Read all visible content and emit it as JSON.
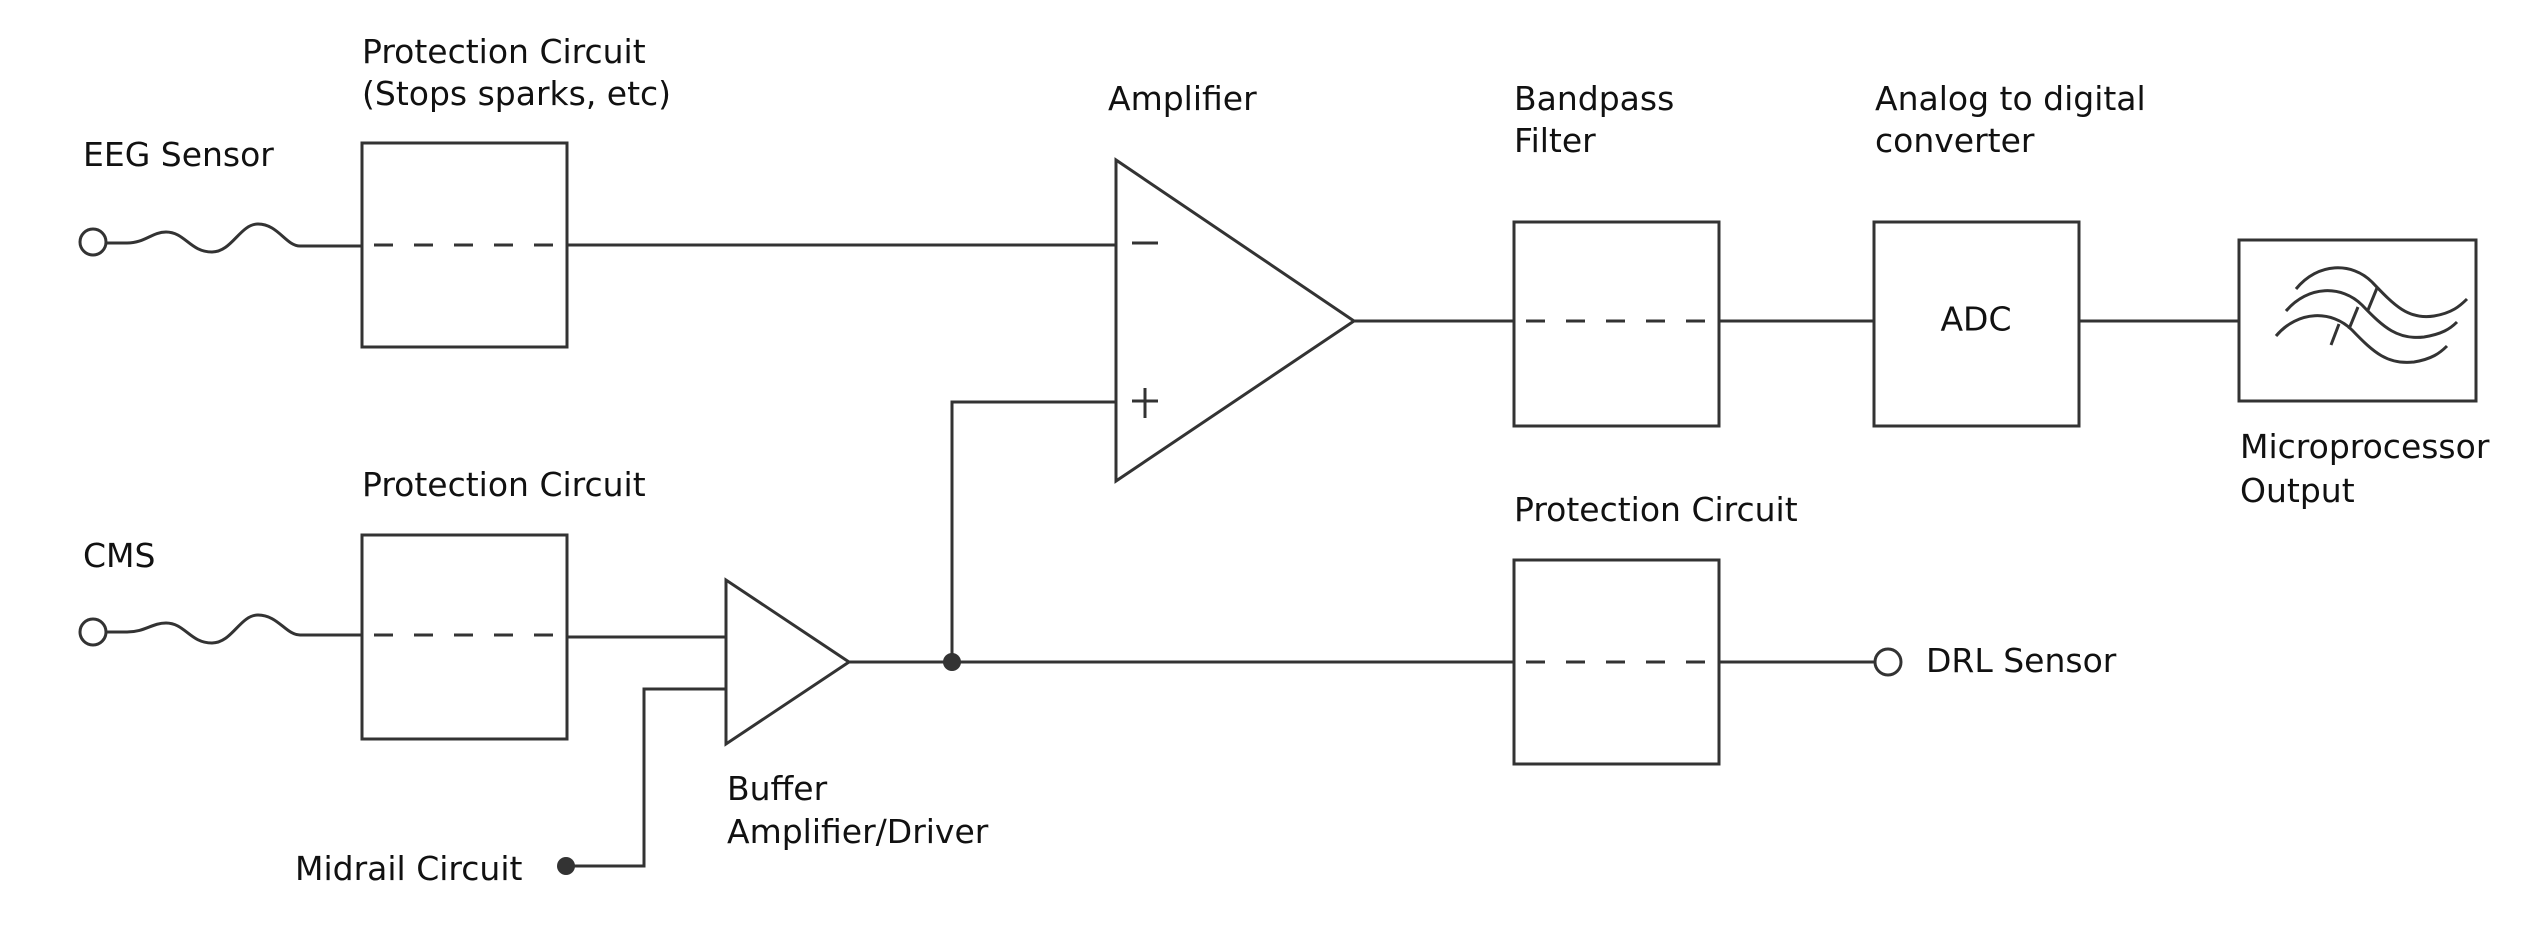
{
  "diagram": {
    "title": "EEG signal acquisition block diagram",
    "stroke_color": "#333333",
    "text_color": "#111111",
    "background": "#ffffff",
    "labels": {
      "eeg_sensor": "EEG Sensor",
      "cms": "CMS",
      "drl_sensor": "DRL Sensor",
      "midrail": "Midrail Circuit",
      "protection_top_line1": "Protection Circuit",
      "protection_top_line2": "(Stops sparks, etc)",
      "protection_cms": "Protection Circuit",
      "protection_drl": "Protection Circuit",
      "amplifier": "Amplifier",
      "buffer_line1": "Buffer",
      "buffer_line2": "Amplifier/Driver",
      "bandpass_line1": "Bandpass",
      "bandpass_line2": "Filter",
      "adc_line1": "Analog to digital",
      "adc_line2": "converter",
      "adc_box": "ADC",
      "micro_line1": "Microprocessor",
      "micro_line2": "Output",
      "amp_minus": "−",
      "amp_plus": "+"
    },
    "nodes": [
      {
        "id": "eeg-sensor",
        "type": "input-terminal"
      },
      {
        "id": "cms-sensor",
        "type": "input-terminal"
      },
      {
        "id": "protection-eeg",
        "type": "protection-block"
      },
      {
        "id": "protection-cms",
        "type": "protection-block"
      },
      {
        "id": "amplifier",
        "type": "op-amp"
      },
      {
        "id": "buffer-amplifier",
        "type": "buffer"
      },
      {
        "id": "bandpass-filter",
        "type": "filter-block"
      },
      {
        "id": "adc",
        "type": "adc-block"
      },
      {
        "id": "microprocessor",
        "type": "output-block"
      },
      {
        "id": "protection-drl",
        "type": "protection-block"
      },
      {
        "id": "drl-sensor",
        "type": "output-terminal"
      },
      {
        "id": "midrail-circuit",
        "type": "source"
      }
    ],
    "edges": [
      [
        "eeg-sensor",
        "protection-eeg"
      ],
      [
        "protection-eeg",
        "amplifier-minus"
      ],
      [
        "cms-sensor",
        "protection-cms"
      ],
      [
        "protection-cms",
        "buffer-amplifier"
      ],
      [
        "midrail-circuit",
        "buffer-amplifier"
      ],
      [
        "buffer-amplifier",
        "amplifier-plus"
      ],
      [
        "buffer-amplifier",
        "protection-drl"
      ],
      [
        "protection-drl",
        "drl-sensor"
      ],
      [
        "amplifier",
        "bandpass-filter"
      ],
      [
        "bandpass-filter",
        "adc"
      ],
      [
        "adc",
        "microprocessor"
      ]
    ]
  }
}
